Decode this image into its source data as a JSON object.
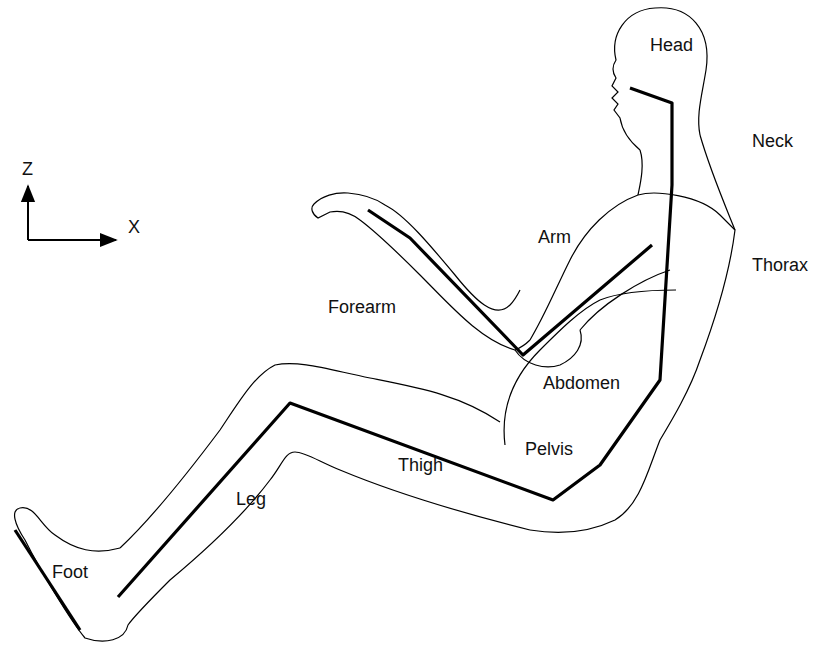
{
  "diagram": {
    "labels": [
      "Z",
      "X",
      "Head",
      "Neck",
      "Arm",
      "Thorax",
      "Forearm",
      "Abdomen",
      "Pelvis",
      "Thigh",
      "Leg",
      "Foot"
    ]
  }
}
